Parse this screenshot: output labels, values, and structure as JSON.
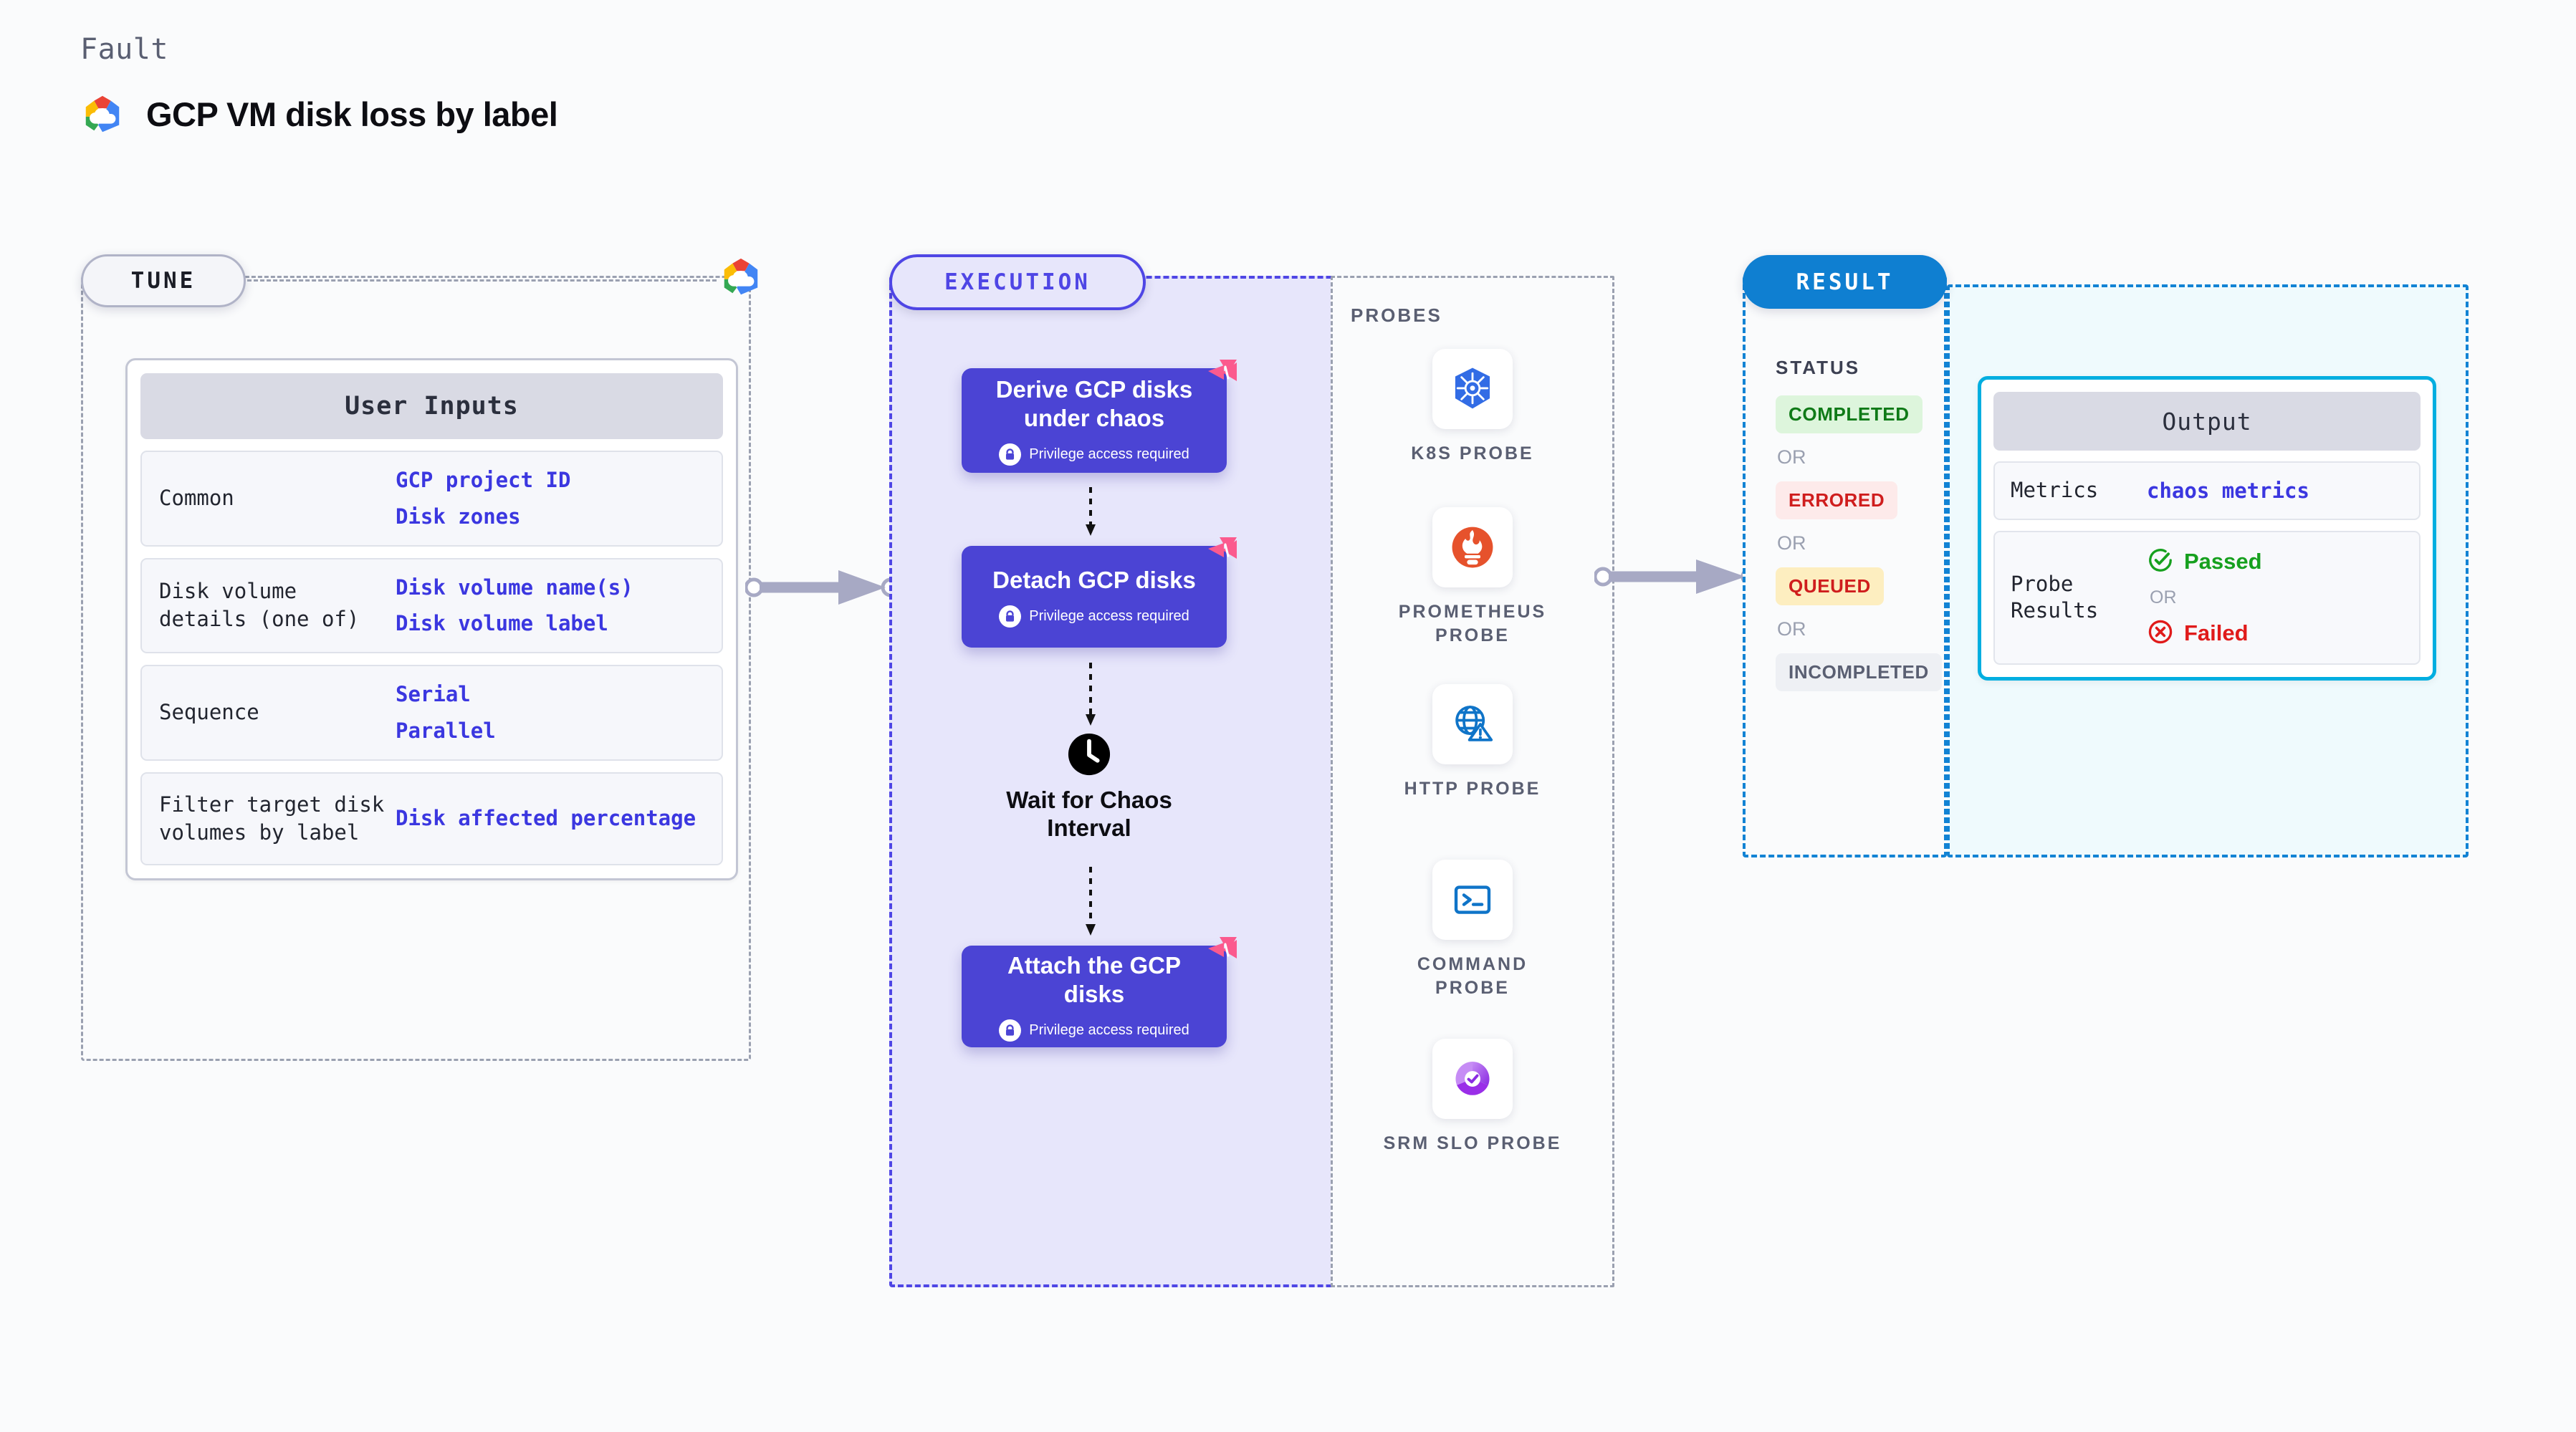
{
  "header": {
    "eyebrow": "Fault",
    "title": "GCP VM disk loss by label",
    "logo_icon": "gcp-logo-icon"
  },
  "tune": {
    "pill_label": "TUNE",
    "corner_logo_icon": "gcp-logo-icon",
    "user_inputs": {
      "header": "User Inputs",
      "rows": [
        {
          "key": "Common",
          "values": [
            "GCP project ID",
            "Disk zones"
          ]
        },
        {
          "key": "Disk volume details (one of)",
          "values": [
            "Disk volume name(s)",
            "Disk volume label"
          ]
        },
        {
          "key": "Sequence",
          "values": [
            "Serial",
            "Parallel"
          ]
        },
        {
          "key": "Filter target disk volumes by label",
          "values": [
            "Disk affected percentage"
          ]
        }
      ]
    }
  },
  "execution": {
    "pill_label": "EXECUTION",
    "privilege_note": "Privilege access required",
    "steps": [
      {
        "title": "Derive GCP disks under chaos",
        "privileged": true,
        "ribbon_icon": "harness-ribbon-icon"
      },
      {
        "title": "Detach GCP disks",
        "privileged": true,
        "ribbon_icon": "harness-ribbon-icon"
      },
      {
        "title": "Wait for Chaos Interval",
        "privileged": false,
        "icon": "clock-icon"
      },
      {
        "title": "Attach the GCP disks",
        "privileged": true,
        "ribbon_icon": "harness-ribbon-icon"
      }
    ]
  },
  "probes": {
    "title": "PROBES",
    "items": [
      {
        "label": "K8S PROBE",
        "icon": "kubernetes-icon"
      },
      {
        "label": "PROMETHEUS PROBE",
        "icon": "prometheus-icon"
      },
      {
        "label": "HTTP PROBE",
        "icon": "http-globe-icon"
      },
      {
        "label": "COMMAND PROBE",
        "icon": "terminal-icon"
      },
      {
        "label": "SRM SLO PROBE",
        "icon": "srm-slo-icon"
      }
    ]
  },
  "result": {
    "pill_label": "RESULT",
    "status_title": "STATUS",
    "or_label": "OR",
    "statuses": [
      {
        "label": "COMPLETED",
        "color": "#0f7a17",
        "bg": "#ddf5dc"
      },
      {
        "label": "ERRORED",
        "color": "#cf1d1d",
        "bg": "#fdeaea"
      },
      {
        "label": "QUEUED",
        "color": "#cf1d1d",
        "bg": "#fdeec0"
      },
      {
        "label": "INCOMPLETED",
        "color": "#5a5f72",
        "bg": "#eef0f4"
      }
    ]
  },
  "output": {
    "header": "Output",
    "metrics_key": "Metrics",
    "metrics_value": "chaos metrics",
    "probe_results_key": "Probe Results",
    "passed_label": "Passed",
    "failed_label": "Failed",
    "or_label": "OR",
    "passed_icon": "check-circle-icon",
    "failed_icon": "x-circle-icon"
  },
  "connectors": {
    "tune_to_execution": "arrow-right-icon",
    "execution_to_result": "arrow-right-icon"
  },
  "colors": {
    "accent_purple": "#4b44d4",
    "accent_blue": "#1283d4",
    "accent_cyan": "#00aee0",
    "ribbon_pink": "#fb5a8e",
    "value_blue": "#3b37e0"
  }
}
